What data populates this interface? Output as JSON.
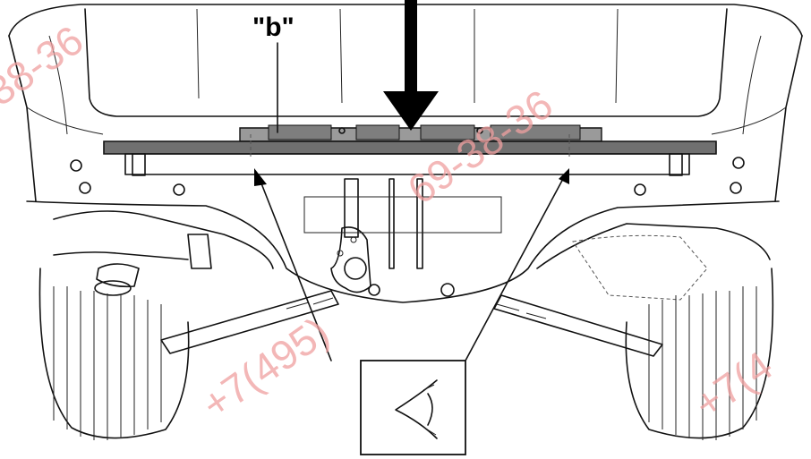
{
  "diagram": {
    "callout_label": "\"b\"",
    "watermarks": [
      "38-36",
      "69-38-36",
      "+7(495)",
      "+7(4"
    ],
    "palette": {
      "ink": "#111111",
      "bar_fill": "#707070",
      "tray_fill": "#9a9a9a",
      "watermark": "#f0a0a0",
      "background": "#ffffff"
    }
  },
  "icons": [
    "eye-icon",
    "down-arrow-icon",
    "view-arrow-icon"
  ]
}
